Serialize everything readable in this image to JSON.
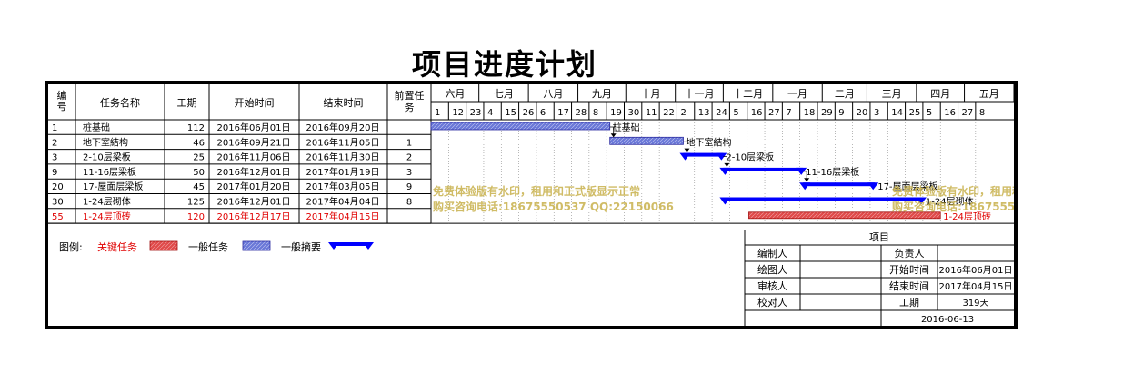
{
  "title": "项目进度计划",
  "table_headers": [
    "编号",
    "任务名称",
    "工期",
    "开始时间",
    "结束时间",
    "前置任务"
  ],
  "chart_data": {
    "type": "gantt",
    "title": "项目进度计划",
    "timeline_start": "2016-06-01",
    "timeline_end": "2017-05-31",
    "months": [
      {
        "label": "六月",
        "start": "2016-06-01",
        "end": "2016-06-30"
      },
      {
        "label": "七月",
        "start": "2016-07-01",
        "end": "2016-07-31"
      },
      {
        "label": "八月",
        "start": "2016-08-01",
        "end": "2016-08-31"
      },
      {
        "label": "九月",
        "start": "2016-09-01",
        "end": "2016-09-30"
      },
      {
        "label": "十月",
        "start": "2016-10-01",
        "end": "2016-10-31"
      },
      {
        "label": "十一月",
        "start": "2016-11-01",
        "end": "2016-11-30"
      },
      {
        "label": "十二月",
        "start": "2016-12-01",
        "end": "2016-12-31"
      },
      {
        "label": "一月",
        "start": "2017-01-01",
        "end": "2017-01-31"
      },
      {
        "label": "二月",
        "start": "2017-02-01",
        "end": "2017-02-28"
      },
      {
        "label": "三月",
        "start": "2017-03-01",
        "end": "2017-03-31"
      },
      {
        "label": "四月",
        "start": "2017-04-01",
        "end": "2017-04-30"
      },
      {
        "label": "五月",
        "start": "2017-05-01",
        "end": "2017-05-31"
      }
    ],
    "day_ticks": [
      {
        "label": "1",
        "date": "2016-06-01"
      },
      {
        "label": "12",
        "date": "2016-06-12"
      },
      {
        "label": "23",
        "date": "2016-06-23"
      },
      {
        "label": "4",
        "date": "2016-07-04"
      },
      {
        "label": "15",
        "date": "2016-07-15"
      },
      {
        "label": "26",
        "date": "2016-07-26"
      },
      {
        "label": "6",
        "date": "2016-08-06"
      },
      {
        "label": "17",
        "date": "2016-08-17"
      },
      {
        "label": "28",
        "date": "2016-08-28"
      },
      {
        "label": "8",
        "date": "2016-09-08"
      },
      {
        "label": "19",
        "date": "2016-09-19"
      },
      {
        "label": "30",
        "date": "2016-09-30"
      },
      {
        "label": "11",
        "date": "2016-10-11"
      },
      {
        "label": "22",
        "date": "2016-10-22"
      },
      {
        "label": "2",
        "date": "2016-11-02"
      },
      {
        "label": "13",
        "date": "2016-11-13"
      },
      {
        "label": "24",
        "date": "2016-11-24"
      },
      {
        "label": "5",
        "date": "2016-12-05"
      },
      {
        "label": "16",
        "date": "2016-12-16"
      },
      {
        "label": "27",
        "date": "2016-12-27"
      },
      {
        "label": "7",
        "date": "2017-01-07"
      },
      {
        "label": "18",
        "date": "2017-01-18"
      },
      {
        "label": "29",
        "date": "2017-01-29"
      },
      {
        "label": "9",
        "date": "2017-02-09"
      },
      {
        "label": "20",
        "date": "2017-02-20"
      },
      {
        "label": "3",
        "date": "2017-03-03"
      },
      {
        "label": "14",
        "date": "2017-03-14"
      },
      {
        "label": "25",
        "date": "2017-03-25"
      },
      {
        "label": "5",
        "date": "2017-04-05"
      },
      {
        "label": "16",
        "date": "2017-04-16"
      },
      {
        "label": "27",
        "date": "2017-04-27"
      },
      {
        "label": "8",
        "date": "2017-05-08"
      }
    ],
    "tasks": [
      {
        "id": "1",
        "name": "桩基础",
        "duration": "112",
        "start": "2016年06月01日",
        "end": "2016年09月20日",
        "pred": "",
        "start_date": "2016-06-01",
        "end_date": "2016-09-20",
        "kind": "normal",
        "critical": false
      },
      {
        "id": "2",
        "name": "地下室結构",
        "duration": "46",
        "start": "2016年09月21日",
        "end": "2016年11月05日",
        "pred": "1",
        "start_date": "2016-09-21",
        "end_date": "2016-11-05",
        "kind": "normal",
        "critical": false
      },
      {
        "id": "3",
        "name": "2-10层梁板",
        "duration": "25",
        "start": "2016年11月06日",
        "end": "2016年11月30日",
        "pred": "2",
        "start_date": "2016-11-06",
        "end_date": "2016-11-30",
        "kind": "summary",
        "critical": false
      },
      {
        "id": "9",
        "name": "11-16层梁板",
        "duration": "50",
        "start": "2016年12月01日",
        "end": "2017年01月19日",
        "pred": "3",
        "start_date": "2016-12-01",
        "end_date": "2017-01-19",
        "kind": "summary",
        "critical": false
      },
      {
        "id": "20",
        "name": "17-屋面层梁板",
        "duration": "45",
        "start": "2017年01月20日",
        "end": "2017年03月05日",
        "pred": "9",
        "start_date": "2017-01-20",
        "end_date": "2017-03-05",
        "kind": "summary",
        "critical": false
      },
      {
        "id": "30",
        "name": "1-24层砌体",
        "duration": "125",
        "start": "2016年12月01日",
        "end": "2017年04月04日",
        "pred": "8",
        "start_date": "2016-12-01",
        "end_date": "2017-04-04",
        "kind": "summary",
        "critical": false
      },
      {
        "id": "55",
        "name": "1-24层顶砖",
        "duration": "120",
        "start": "2016年12月17日",
        "end": "2017年04月15日",
        "pred": "",
        "start_date": "2016-12-17",
        "end_date": "2017-04-15",
        "kind": "critical",
        "critical": true
      }
    ],
    "bar_labels": [
      "桩基础",
      "地下室結构",
      "2-10层梁板",
      "11-16层梁板",
      "17-屋面层梁板",
      "1-24层砌体",
      "1-24层顶砖"
    ]
  },
  "legend": {
    "label": "图例:",
    "critical": "关键任务",
    "normal": "一般任务",
    "summary": "一般摘要"
  },
  "watermark": [
    "免费体验版有水印，租用和正式版显示正常",
    "购买咨询电话:18675550537 QQ:22150066"
  ],
  "info": {
    "header": "项目",
    "left_labels": [
      "编制人",
      "绘图人",
      "审核人",
      "校对人"
    ],
    "right_labels": [
      "负责人",
      "开始时间",
      "结束时间",
      "工期"
    ],
    "right_values": [
      "",
      "2016年06月01日",
      "2017年04月15日",
      "319天"
    ],
    "date": "2016-06-13"
  },
  "colors": {
    "normal_fill": "#6a78d8",
    "summary": "#0000ff",
    "critical": "#e04a4a",
    "critical_text": "#e00000",
    "watermark": "#c8b14c"
  }
}
